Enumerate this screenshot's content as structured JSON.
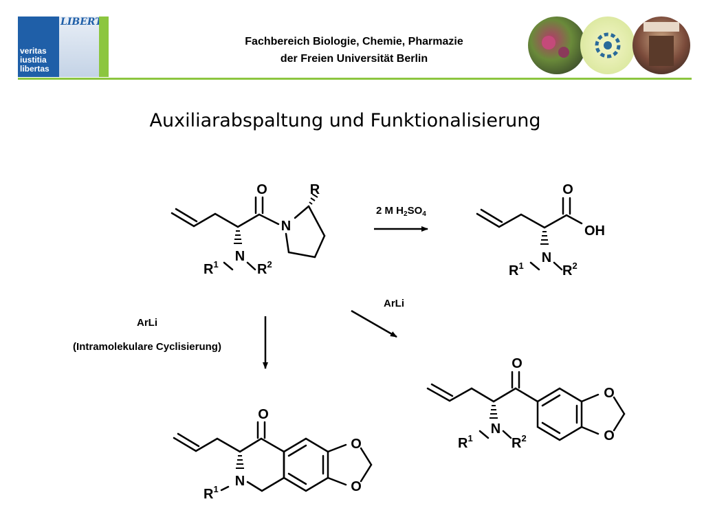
{
  "header": {
    "logo": {
      "stamp_text": "LIBERT",
      "motto": [
        "veritas",
        "iustitia",
        "libertas"
      ],
      "colors": {
        "blue": "#1f5fa8",
        "green": "#8cc63f"
      }
    },
    "title_line1": "Fachbereich Biologie, Chemie, Pharmazie",
    "title_line2": "der Freien Universität Berlin"
  },
  "slide_title": "Auxiliarabspaltung und Funktionalisierung",
  "atoms": {
    "O": "O",
    "N": "N",
    "R": "R",
    "OH": "OH",
    "sup1": "1",
    "sup2": "2"
  },
  "reagents": {
    "acid_pre": "2 M H",
    "acid_sub2": "2",
    "acid_mid": "SO",
    "acid_sub4": "4",
    "arli_right": "ArLi",
    "arli_left": "ArLi",
    "arli_left_note": "(Intramolekulare Cyclisierung)"
  }
}
